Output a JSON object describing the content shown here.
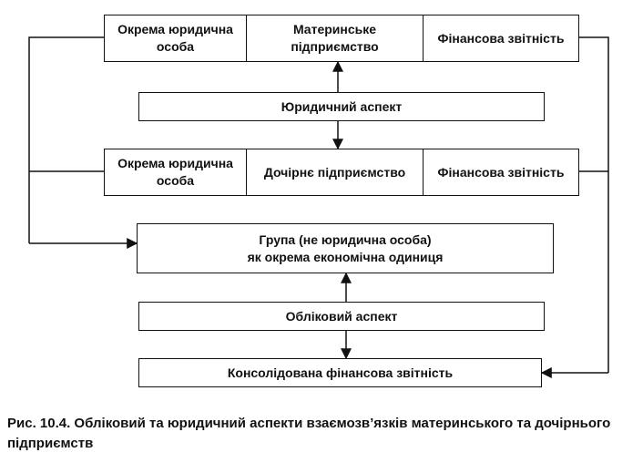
{
  "top_row": {
    "cell_1": "Окрема юридична особа",
    "cell_2": "Материнське підприємство",
    "cell_3": "Фінансова звітність"
  },
  "legal_aspect": "Юридичний аспект",
  "middle_row": {
    "cell_1": "Окрема юридична особа",
    "cell_2": "Дочірнє підприємство",
    "cell_3": "Фінансова звітність"
  },
  "group_box": {
    "line_1": "Група (не юридична особа)",
    "line_2": "як окрема економічна одиниця"
  },
  "accounting_aspect": "Обліковий аспект",
  "consolidated_box": "Консолідована фінансова звітність",
  "caption": "Рис. 10.4. Обліковий та юридичний аспекти взаємозв’язків материнського та дочірнього підприємств"
}
